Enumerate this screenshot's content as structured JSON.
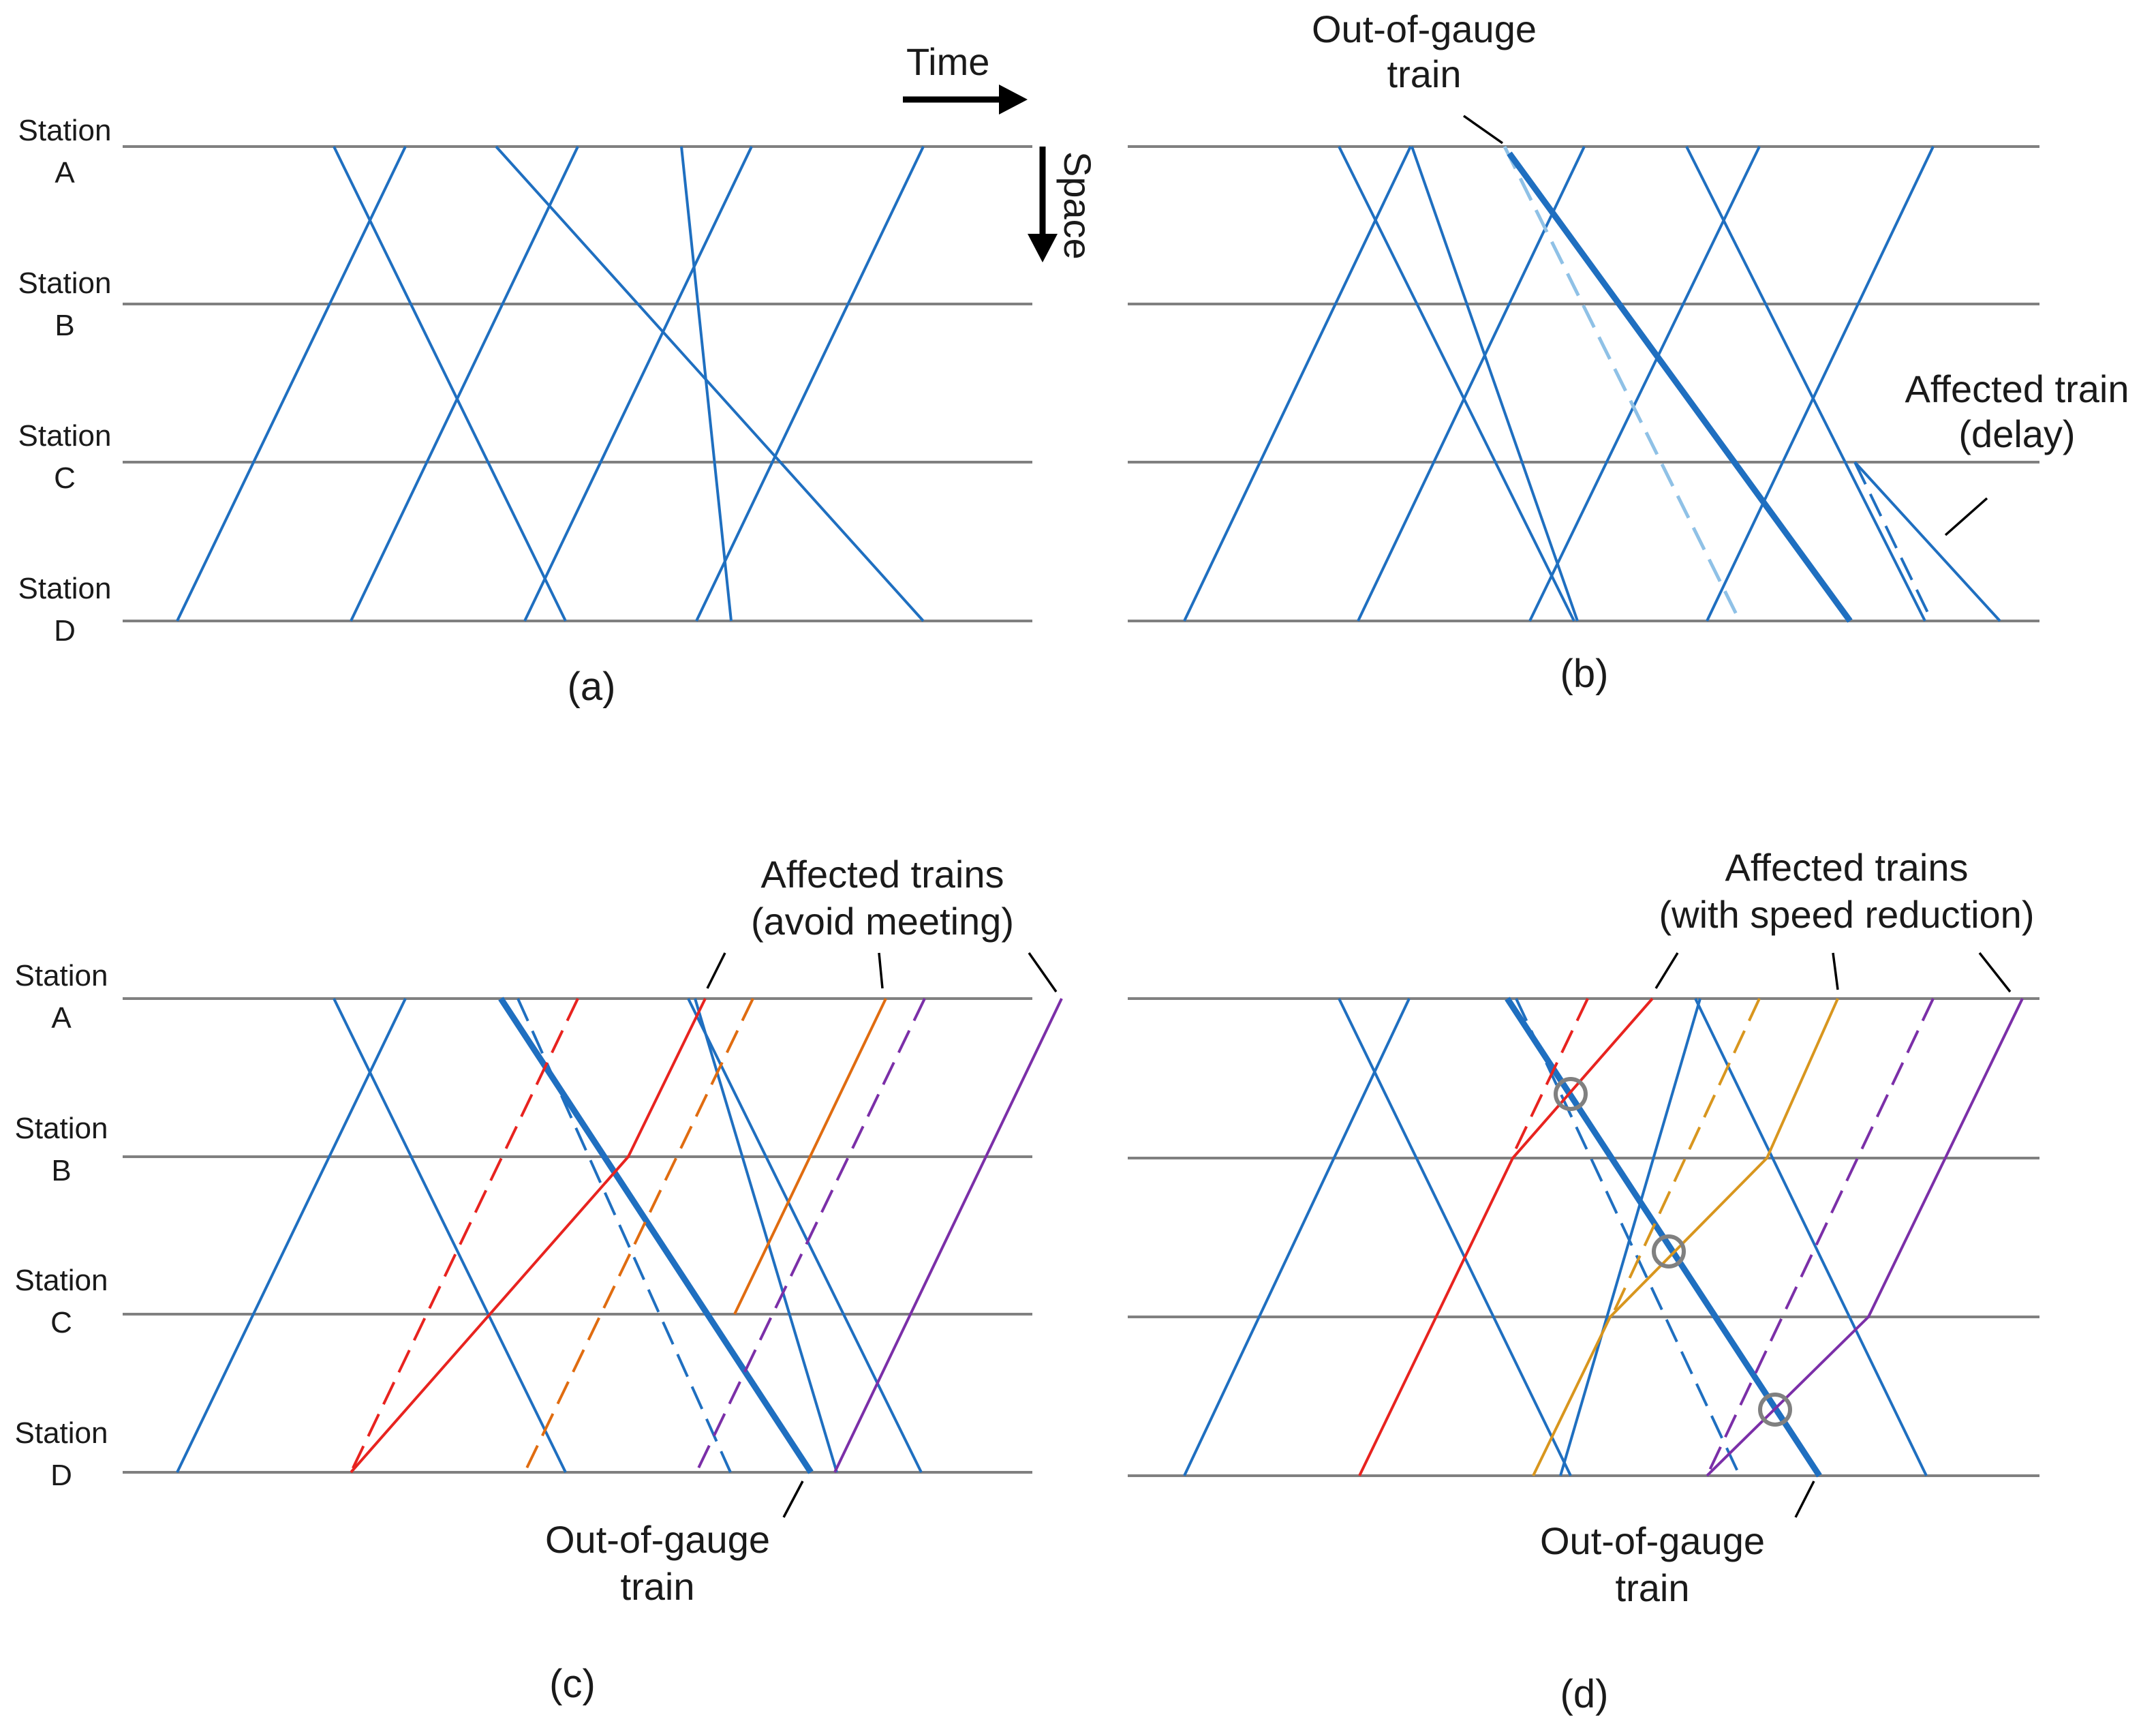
{
  "axes": {
    "time_label": "Time",
    "space_label": "Space"
  },
  "stations": [
    {
      "line1": "Station",
      "line2": "A"
    },
    {
      "line1": "Station",
      "line2": "B"
    },
    {
      "line1": "Station",
      "line2": "C"
    },
    {
      "line1": "Station",
      "line2": "D"
    }
  ],
  "panels": {
    "a": {
      "label": "(a)"
    },
    "b": {
      "label": "(b)",
      "oog_label": {
        "line1": "Out-of-gauge",
        "line2": "train"
      },
      "affected_label": {
        "line1": "Affected train",
        "line2": "(delay)"
      }
    },
    "c": {
      "label": "(c)",
      "affected_label": {
        "line1": "Affected trains",
        "line2": "(avoid meeting)"
      },
      "oog_label": {
        "line1": "Out-of-gauge",
        "line2": "train"
      }
    },
    "d": {
      "label": "(d)",
      "affected_label": {
        "line1": "Affected trains",
        "line2": "(with speed reduction)"
      },
      "oog_label": {
        "line1": "Out-of-gauge",
        "line2": "train"
      }
    }
  },
  "colors": {
    "regular_train": "#1f6fc0",
    "oog_original": "#8fc1e6",
    "station_line": "#808080",
    "affected_red": "#e8231f",
    "affected_orange": "#e06c10",
    "affected_gold": "#d8961e",
    "affected_purple": "#7b2fa8",
    "conflict_marker": "#808080"
  }
}
